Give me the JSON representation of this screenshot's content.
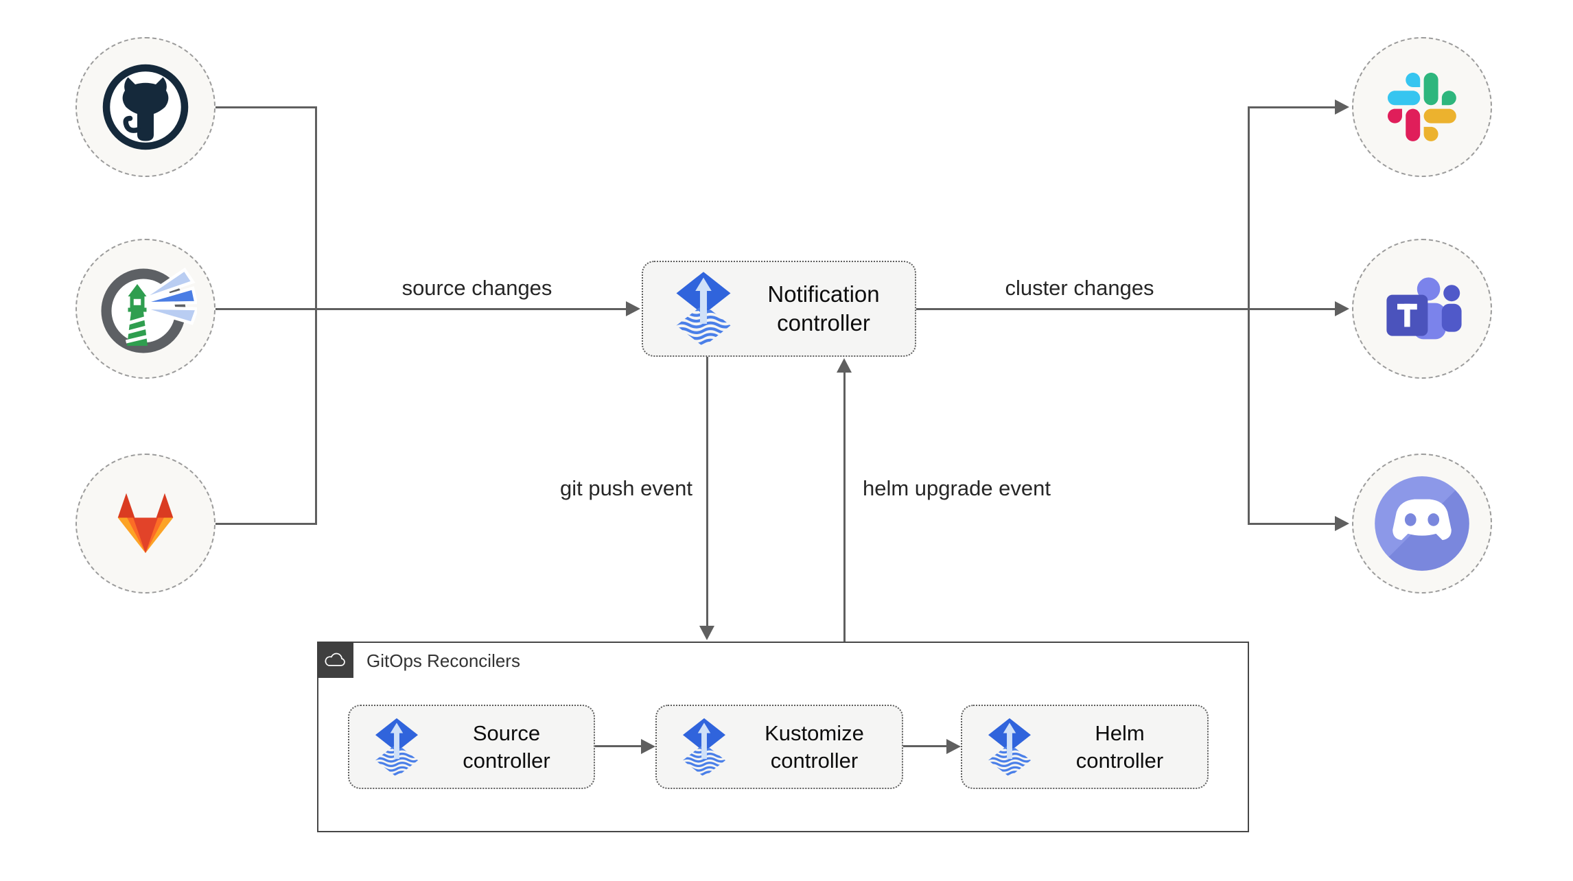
{
  "colors": {
    "connector": "#5f5f5f",
    "box_fill": "#f5f5f4",
    "circle_fill": "#f9f8f5",
    "container_border": "#474747",
    "flux_blue": "#3064dc",
    "slack_blue": "#36C5F0",
    "slack_green": "#2EB67D",
    "slack_red": "#E01E5A",
    "slack_yellow": "#ECB22E",
    "gitlab_red": "#e24329",
    "gitlab_orange": "#fc6d26",
    "gitlab_yellow": "#fca326",
    "teams_purple": "#4b53bc",
    "discord_blurple": "#7a87dd",
    "harbor_green": "#2f9e4f"
  },
  "left_icons": [
    "github-icon",
    "harbor-icon",
    "gitlab-icon"
  ],
  "right_icons": [
    "slack-icon",
    "teams-icon",
    "discord-icon"
  ],
  "notification_controller": {
    "line1": "Notification",
    "line2": "controller"
  },
  "edge_labels": {
    "source_changes": "source changes",
    "cluster_changes": "cluster changes",
    "git_push_event": "git push event",
    "helm_upgrade_event": "helm upgrade event"
  },
  "gitops_box": {
    "title": "GitOps Reconcilers",
    "badge_icon": "cloud-icon",
    "controllers": [
      {
        "line1": "Source",
        "line2": "controller"
      },
      {
        "line1": "Kustomize",
        "line2": "controller"
      },
      {
        "line1": "Helm",
        "line2": "controller"
      }
    ]
  }
}
